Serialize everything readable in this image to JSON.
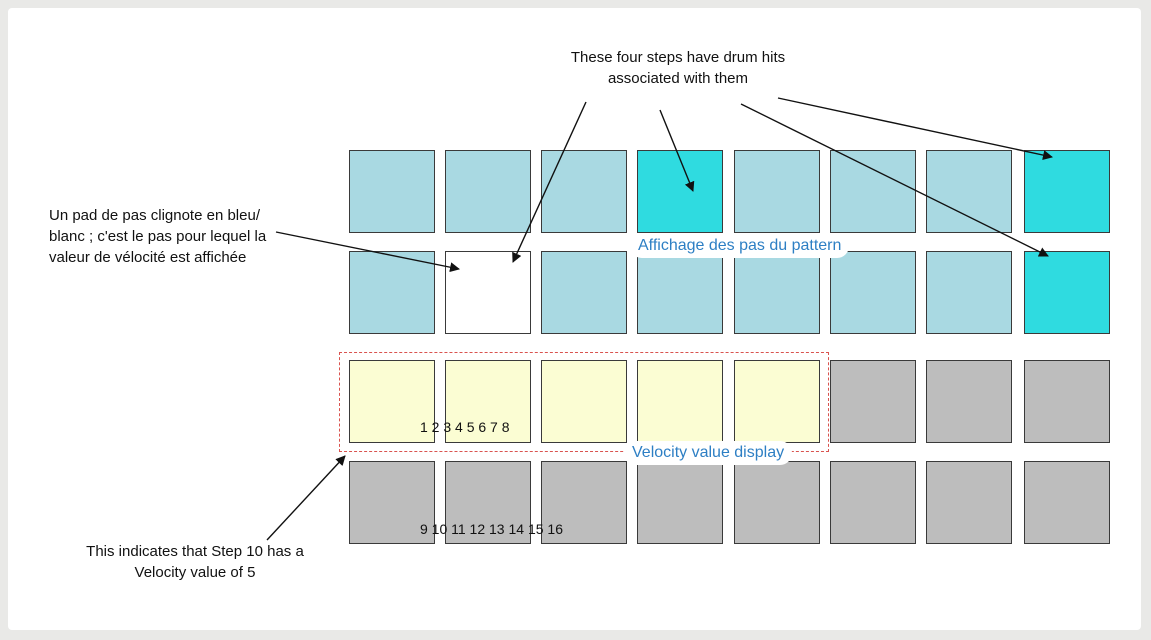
{
  "annotations": {
    "top": "These four steps have drum hits associated with them",
    "left": "Un pad de pas clignote en bleu/ blanc ; c'est le pas pour lequel la valeur de vélocité est affichée",
    "bottom": "This indicates that Step 10 has a Velocity value of 5"
  },
  "labels": {
    "pattern": "Affichage des pas du pattern",
    "velocity": "Velocity value display"
  },
  "numbers": {
    "row3": "1 2 3 4 5 6 7 8",
    "row4": "9 10 11 12 13 14 15 16"
  },
  "grid": {
    "rows": [
      [
        "light-blue",
        "light-blue",
        "light-blue",
        "cyan",
        "light-blue",
        "light-blue",
        "light-blue",
        "cyan"
      ],
      [
        "light-blue",
        "white",
        "light-blue",
        "light-blue",
        "light-blue",
        "light-blue",
        "light-blue",
        "cyan"
      ],
      [
        "pale-yellow",
        "pale-yellow",
        "pale-yellow",
        "pale-yellow",
        "pale-yellow",
        "grey",
        "grey",
        "grey"
      ],
      [
        "grey",
        "grey",
        "grey",
        "grey",
        "grey",
        "grey",
        "grey",
        "grey"
      ]
    ]
  },
  "colors": {
    "light-blue": "#a9d9e2",
    "cyan": "#2fdbe0",
    "white": "#ffffff",
    "pale-yellow": "#fbfdd3",
    "grey": "#bdbdbd",
    "label_text": "#2d7fc4",
    "dashed_box": "#d9534f"
  }
}
